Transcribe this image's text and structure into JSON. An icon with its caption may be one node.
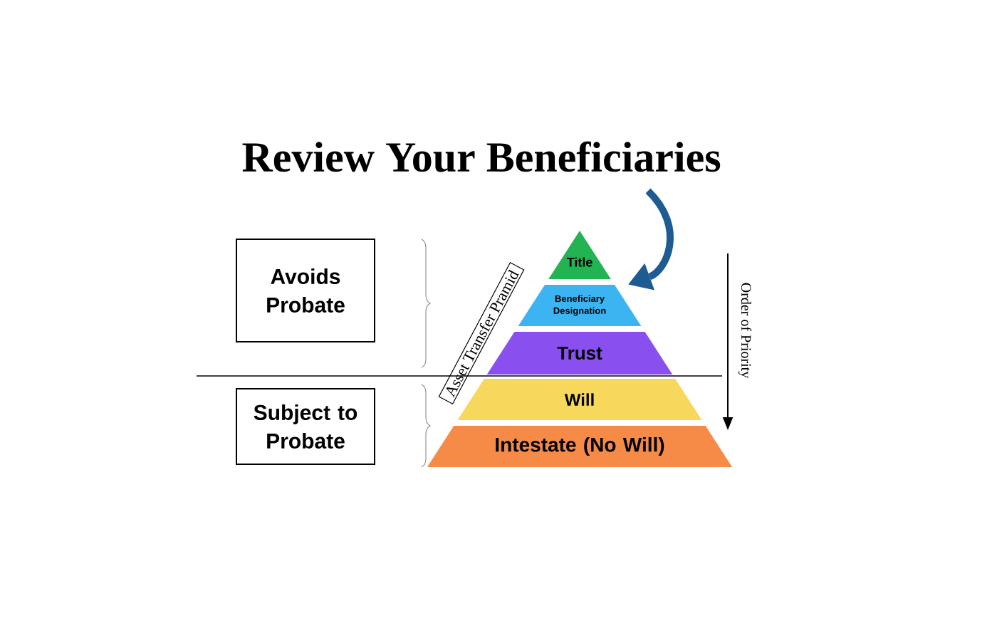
{
  "diagram": {
    "title": "Review Your Beneficiaries",
    "nodes": [
      {
        "text": [
          "Avoids Probate"
        ]
      },
      {
        "text": [
          "Subject to Probate"
        ]
      },
      {
        "text": [
          "Title"
        ]
      },
      {
        "text": [
          "Beneficiary Designation"
        ]
      },
      {
        "text": [
          "Trust"
        ]
      },
      {
        "text": [
          "Will"
        ]
      },
      {
        "text": [
          "Intestate (No Will)"
        ]
      },
      {
        "text": [
          "Asset Transfer Pramid"
        ]
      }
    ],
    "edges": [
      {
        "from": null,
        "to": 3,
        "arrow": "to"
      }
    ],
    "labels": [
      "Order of Priority"
    ]
  }
}
